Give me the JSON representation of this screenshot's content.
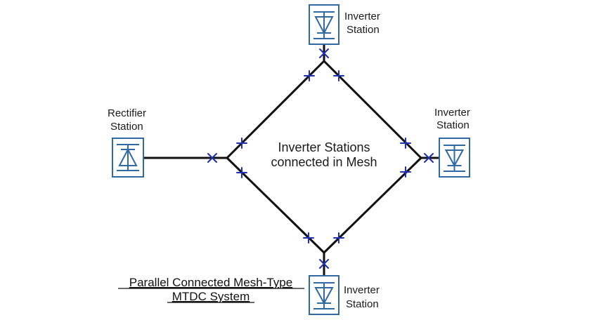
{
  "stations": {
    "top": {
      "line1": "Inverter",
      "line2": "Station"
    },
    "right": {
      "line1": "Inverter",
      "line2": "Station"
    },
    "bottom": {
      "line1": "Inverter",
      "line2": "Station"
    },
    "left": {
      "line1": "Rectifier",
      "line2": "Station"
    }
  },
  "center_text": {
    "line1": "Inverter Stations",
    "line2": "connected in Mesh"
  },
  "caption": {
    "line1": "Parallel Connected Mesh-Type",
    "line2": "MTDC System"
  },
  "colors": {
    "station_border": "#2f6aa5",
    "breaker": "#1f2fb0",
    "line": "#111111"
  }
}
